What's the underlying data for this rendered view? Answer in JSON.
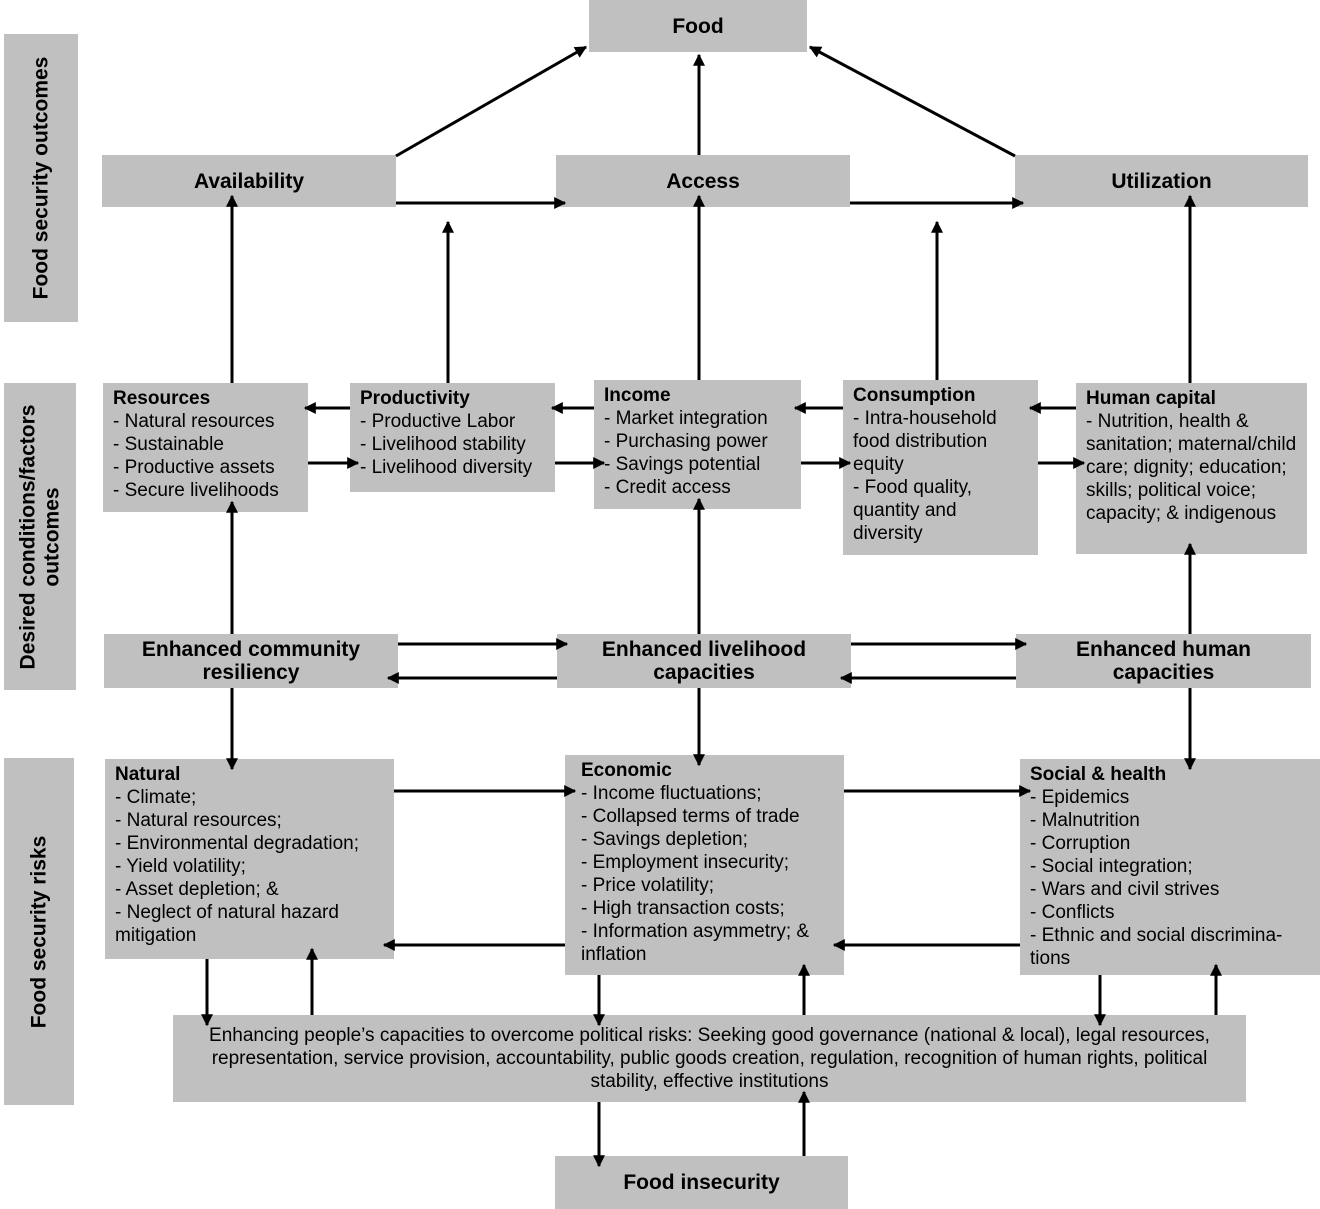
{
  "side_labels": {
    "outcomes": "Food security outcomes",
    "desired_line1": "Desired conditions/factors",
    "desired_line2": "outcomes",
    "risks": "Food security risks"
  },
  "top": {
    "food": "Food",
    "availability": "Availability",
    "access": "Access",
    "utilization": "Utilization"
  },
  "factors": {
    "resources": {
      "title": "Resources",
      "items": [
        "- Natural resources",
        "- Sustainable",
        "- Productive assets",
        "- Secure livelihoods"
      ]
    },
    "productivity": {
      "title": "Productivity",
      "items": [
        "- Productive Labor",
        "- Livelihood stability",
        "- Livelihood diversity"
      ]
    },
    "income": {
      "title": "Income",
      "items": [
        "- Market integration",
        "- Purchasing power",
        "- Savings potential",
        "- Credit access"
      ]
    },
    "consumption": {
      "title": "Consumption",
      "items": [
        "- Intra-household food distribution equity",
        "- Food quality, quantity and diversity"
      ]
    },
    "human_capital": {
      "title": "Human capital",
      "items": [
        "- Nutrition, health & sanitation; maternal/child care; dignity; education; skills; political voice; capacity; & indigenous"
      ]
    }
  },
  "enhanced": {
    "community_1": "Enhanced community",
    "community_2": "resiliency",
    "livelihood_1": "Enhanced livelihood",
    "livelihood_2": "capacities",
    "human_1": "Enhanced human",
    "human_2": "capacities"
  },
  "risks": {
    "natural": {
      "title": "Natural",
      "items": [
        "- Climate;",
        "- Natural resources;",
        "- Environmental degradation;",
        "- Yield volatility;",
        "- Asset depletion; &",
        "- Neglect of natural hazard mitigation"
      ]
    },
    "economic": {
      "title": "Economic",
      "items": [
        "- Income fluctuations;",
        "- Collapsed terms of trade",
        "- Savings depletion;",
        "- Employment insecurity;",
        "- Price volatility;",
        "- High transaction costs;",
        "- Information asymmetry; & inflation"
      ]
    },
    "social": {
      "title": "Social & health",
      "items": [
        "- Epidemics",
        "- Malnutrition",
        "- Corruption",
        "- Social integration;",
        "- Wars and civil strives",
        "- Conflicts",
        "- Ethnic and social discrimina-tions"
      ]
    }
  },
  "political": "Enhancing people’s capacities to overcome political risks:  Seeking good governance (national & local), legal resources, representation, service provision, accountability, public goods creation, regulation, recognition of human rights, political stability, effective institutions",
  "food_insecurity": "Food insecurity"
}
